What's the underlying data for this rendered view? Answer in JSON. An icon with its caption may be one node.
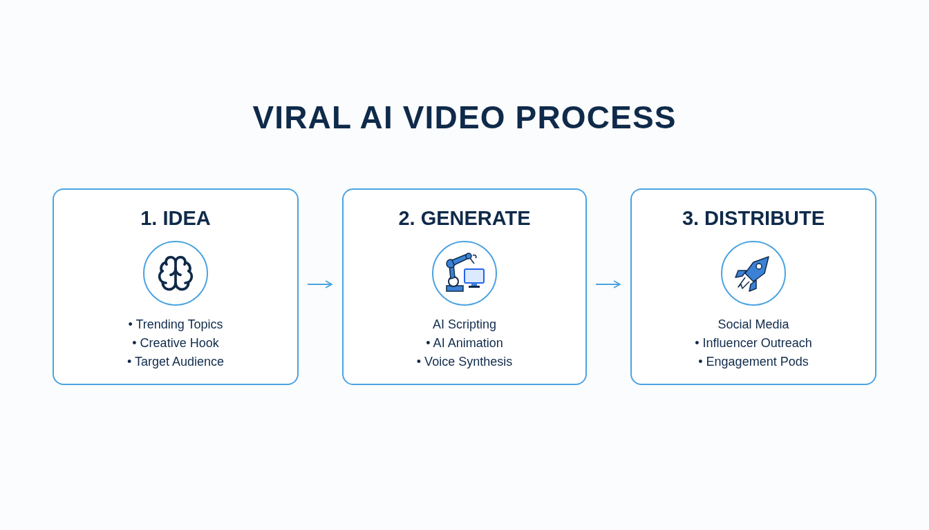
{
  "diagram": {
    "title": "VIRAL AI VIDEO PROCESS",
    "nodes": [
      {
        "text": [
          "1. IDEA",
          "• Trending Topics",
          "• Creative Hook",
          "• Target Audience"
        ]
      },
      {
        "text": [
          "2. GENERATE",
          "AI Scripting",
          "• AI Animation",
          "• Voice Synthesis"
        ]
      },
      {
        "text": [
          "3. DISTRIBUTE",
          "Social Media",
          "• Influencer Outreach",
          "• Engagement Pods"
        ]
      }
    ],
    "edges": [
      {
        "from": 0,
        "to": 1,
        "arrow": "to"
      },
      {
        "from": 1,
        "to": 2,
        "arrow": "to"
      }
    ]
  }
}
